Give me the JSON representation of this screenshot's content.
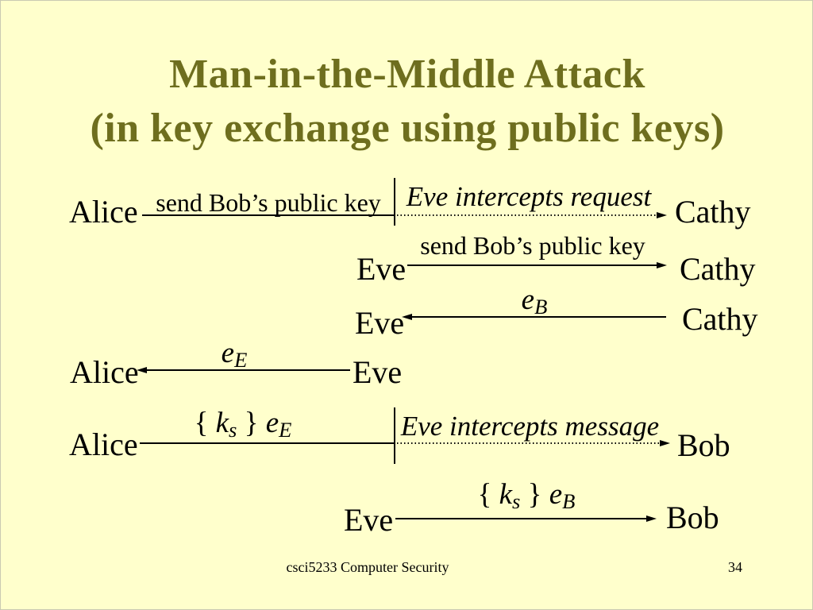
{
  "title": {
    "line1": "Man-in-the-Middle Attack",
    "line2": "(in key exchange using public keys)"
  },
  "footer": {
    "course": "csci5233 Computer Security",
    "page_number": "34"
  },
  "colors": {
    "background": "#ffffcc",
    "title_text": "#6e6e1e",
    "diagram_text": "#000000"
  },
  "diagram": {
    "rows": [
      {
        "from": "Alice",
        "to": "Cathy",
        "message": "send Bob’s public key",
        "intercept": "Eve intercepts request"
      },
      {
        "from": "Eve",
        "to": "Cathy",
        "message": "send Bob’s public key"
      },
      {
        "from": "Cathy",
        "to": "Eve",
        "key_main": "e",
        "key_sub": "B"
      },
      {
        "from": "Eve",
        "to": "Alice",
        "key_main": "e",
        "key_sub": "E"
      },
      {
        "from": "Alice",
        "to": "Bob",
        "enc_open": "{ ",
        "enc_k": "k",
        "enc_k_sub": "s",
        "enc_close": " } ",
        "enc_e": "e",
        "enc_e_sub": "E",
        "intercept": "Eve intercepts message"
      },
      {
        "from": "Eve",
        "to": "Bob",
        "enc_open": "{ ",
        "enc_k": "k",
        "enc_k_sub": "s",
        "enc_close": " } ",
        "enc_e": "e",
        "enc_e_sub": "B"
      }
    ]
  }
}
